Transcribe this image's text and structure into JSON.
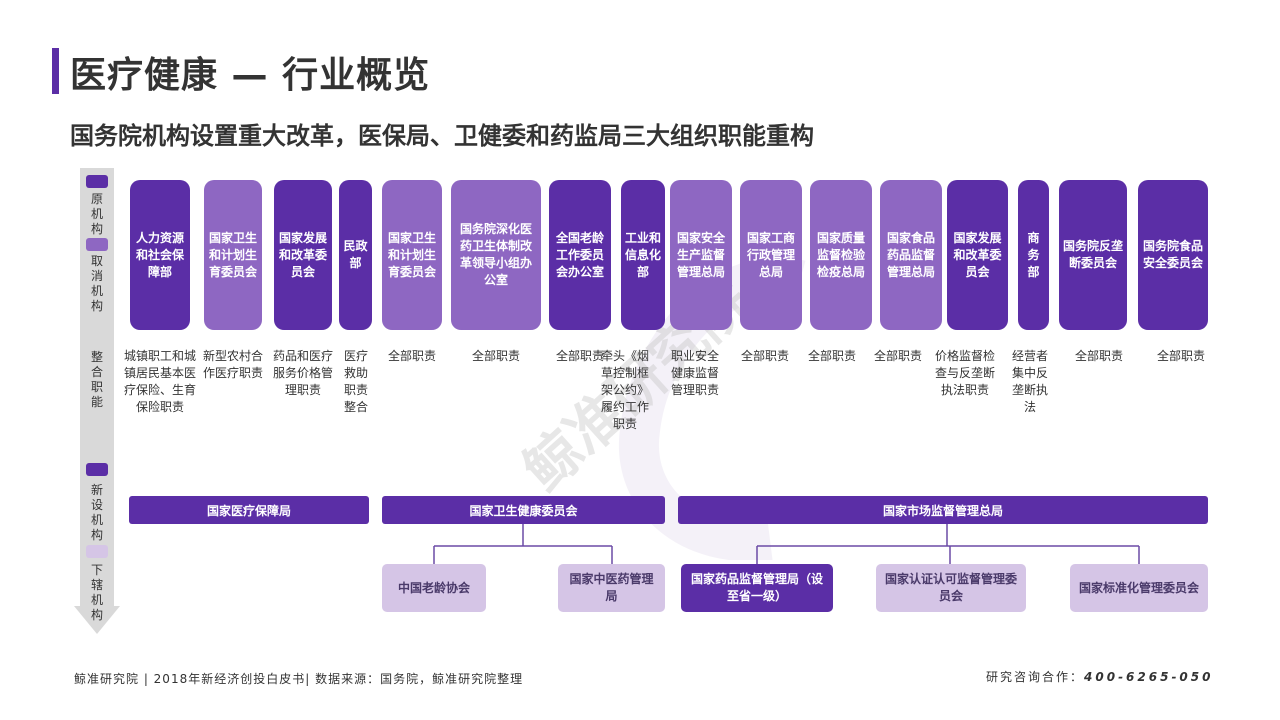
{
  "page": {
    "title": "医疗健康 — 行业概览",
    "subtitle": "国务院机构设置重大改革，医保局、卫健委和药监局三大组织职能重构"
  },
  "colors": {
    "original": "#5b2ea6",
    "cancelled": "#8e67c2",
    "new": "#5b2ea6",
    "subordinate": "#d5c5e6",
    "legend_bg": "#d9d9d9"
  },
  "legend": {
    "original": "原机构",
    "cancelled": "取消机构",
    "duties": "整合职能",
    "new": "新设机构",
    "subordinate": "下辖机构"
  },
  "orgs": [
    {
      "name": "人力资源和社会保障部",
      "type": "original",
      "duty": "城镇职工和城镇居民基本医疗保险、生育保险职责"
    },
    {
      "name": "国家卫生和计划生育委员会",
      "type": "cancelled",
      "duty": "新型农村合作医疗职责"
    },
    {
      "name": "国家发展和改革委员会",
      "type": "original",
      "duty": "药品和医疗服务价格管理职责"
    },
    {
      "name": "民政部",
      "type": "original",
      "duty": "医疗救助职责整合"
    },
    {
      "name": "国家卫生和计划生育委员会",
      "type": "cancelled",
      "duty": "全部职责"
    },
    {
      "name": "国务院深化医药卫生体制改革领导小组办公室",
      "type": "cancelled",
      "duty": "全部职责"
    },
    {
      "name": "全国老龄工作委员会办公室",
      "type": "original",
      "duty": "全部职责"
    },
    {
      "name": "工业和信息化部",
      "type": "original",
      "duty": "牵头《烟草控制框架公约》履约工作职责"
    },
    {
      "name": "国家安全生产监督管理总局",
      "type": "cancelled",
      "duty": "职业安全健康监督管理职责"
    },
    {
      "name": "国家工商行政管理总局",
      "type": "cancelled",
      "duty": "全部职责"
    },
    {
      "name": "国家质量监督检验检疫总局",
      "type": "cancelled",
      "duty": "全部职责"
    },
    {
      "name": "国家食品药品监督管理总局",
      "type": "cancelled",
      "duty": "全部职责"
    },
    {
      "name": "国家发展和改革委员会",
      "type": "original",
      "duty": "价格监督检查与反垄断执法职责"
    },
    {
      "name": "商务部",
      "type": "original",
      "duty": "经营者集中反垄断执法"
    },
    {
      "name": "国务院反垄断委员会",
      "type": "original",
      "duty": "全部职责"
    },
    {
      "name": "国务院食品安全委员会",
      "type": "original",
      "duty": "全部职责"
    }
  ],
  "new_orgs": [
    {
      "name": "国家医疗保障局"
    },
    {
      "name": "国家卫生健康委员会"
    },
    {
      "name": "国家市场监督管理总局"
    }
  ],
  "sub_orgs": [
    {
      "name": "中国老龄协会",
      "type": "subordinate"
    },
    {
      "name": "国家中医药管理局",
      "type": "subordinate"
    },
    {
      "name": "国家药品监督管理局（设至省一级）",
      "type": "new"
    },
    {
      "name": "国家认证认可监督管理委员会",
      "type": "subordinate"
    },
    {
      "name": "国家标准化管理委员会",
      "type": "subordinate"
    }
  ],
  "watermark": "鲸准研究院",
  "footer": {
    "left": "鲸准研究院 | 2018年新经济创投白皮书| 数据来源：国务院，鲸准研究院整理",
    "right_label": "研究咨询合作：",
    "phone": "400-6265-050"
  }
}
